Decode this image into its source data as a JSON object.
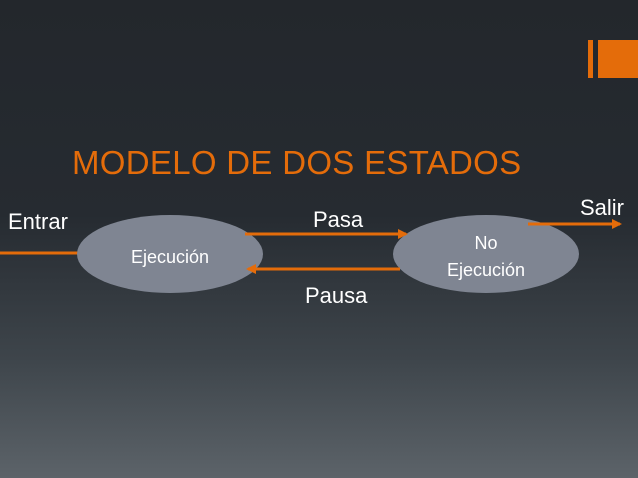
{
  "slide": {
    "title": "MODELO DE DOS ESTADOS"
  },
  "diagram": {
    "states": [
      {
        "id": "ejecucion",
        "lines": [
          "Ejecución"
        ]
      },
      {
        "id": "no-ejecucion",
        "lines": [
          "No",
          "Ejecución"
        ]
      }
    ],
    "transitions": {
      "enter": "Entrar",
      "pass": "Pasa",
      "pause": "Pausa",
      "exit": "Salir"
    }
  },
  "colors": {
    "accent": "#e46c0a",
    "state_fill": "#7f8592",
    "state_text": "#ffffff",
    "label_text": "#ffffff"
  }
}
